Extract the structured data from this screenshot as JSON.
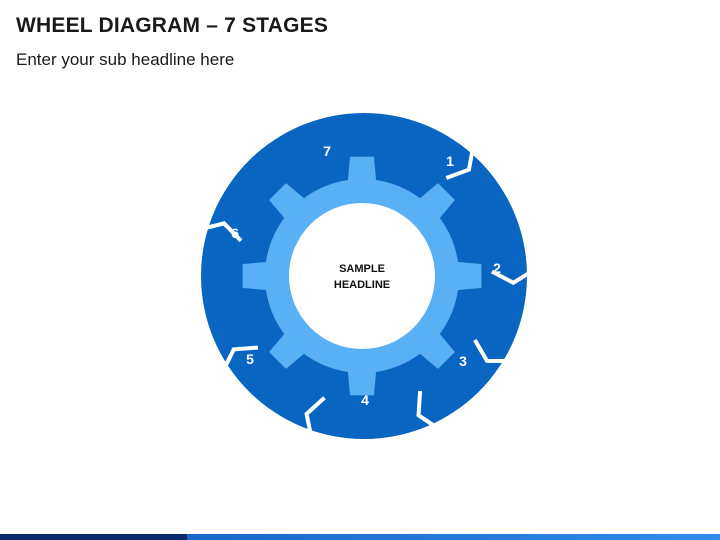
{
  "slide": {
    "title": "WHEEL DIAGRAM – 7 STAGES",
    "subtitle": "Enter your sub headline here"
  },
  "wheel": {
    "center_line1": "SAMPLE",
    "center_line2": "HEADLINE",
    "stages": [
      {
        "label": "1"
      },
      {
        "label": "2"
      },
      {
        "label": "3"
      },
      {
        "label": "4"
      },
      {
        "label": "5"
      },
      {
        "label": "6"
      },
      {
        "label": "7"
      }
    ]
  },
  "colors": {
    "ring": "#0866c2",
    "gear": "#5ab0f5",
    "center": "#ffffff",
    "divider": "#ffffff"
  }
}
